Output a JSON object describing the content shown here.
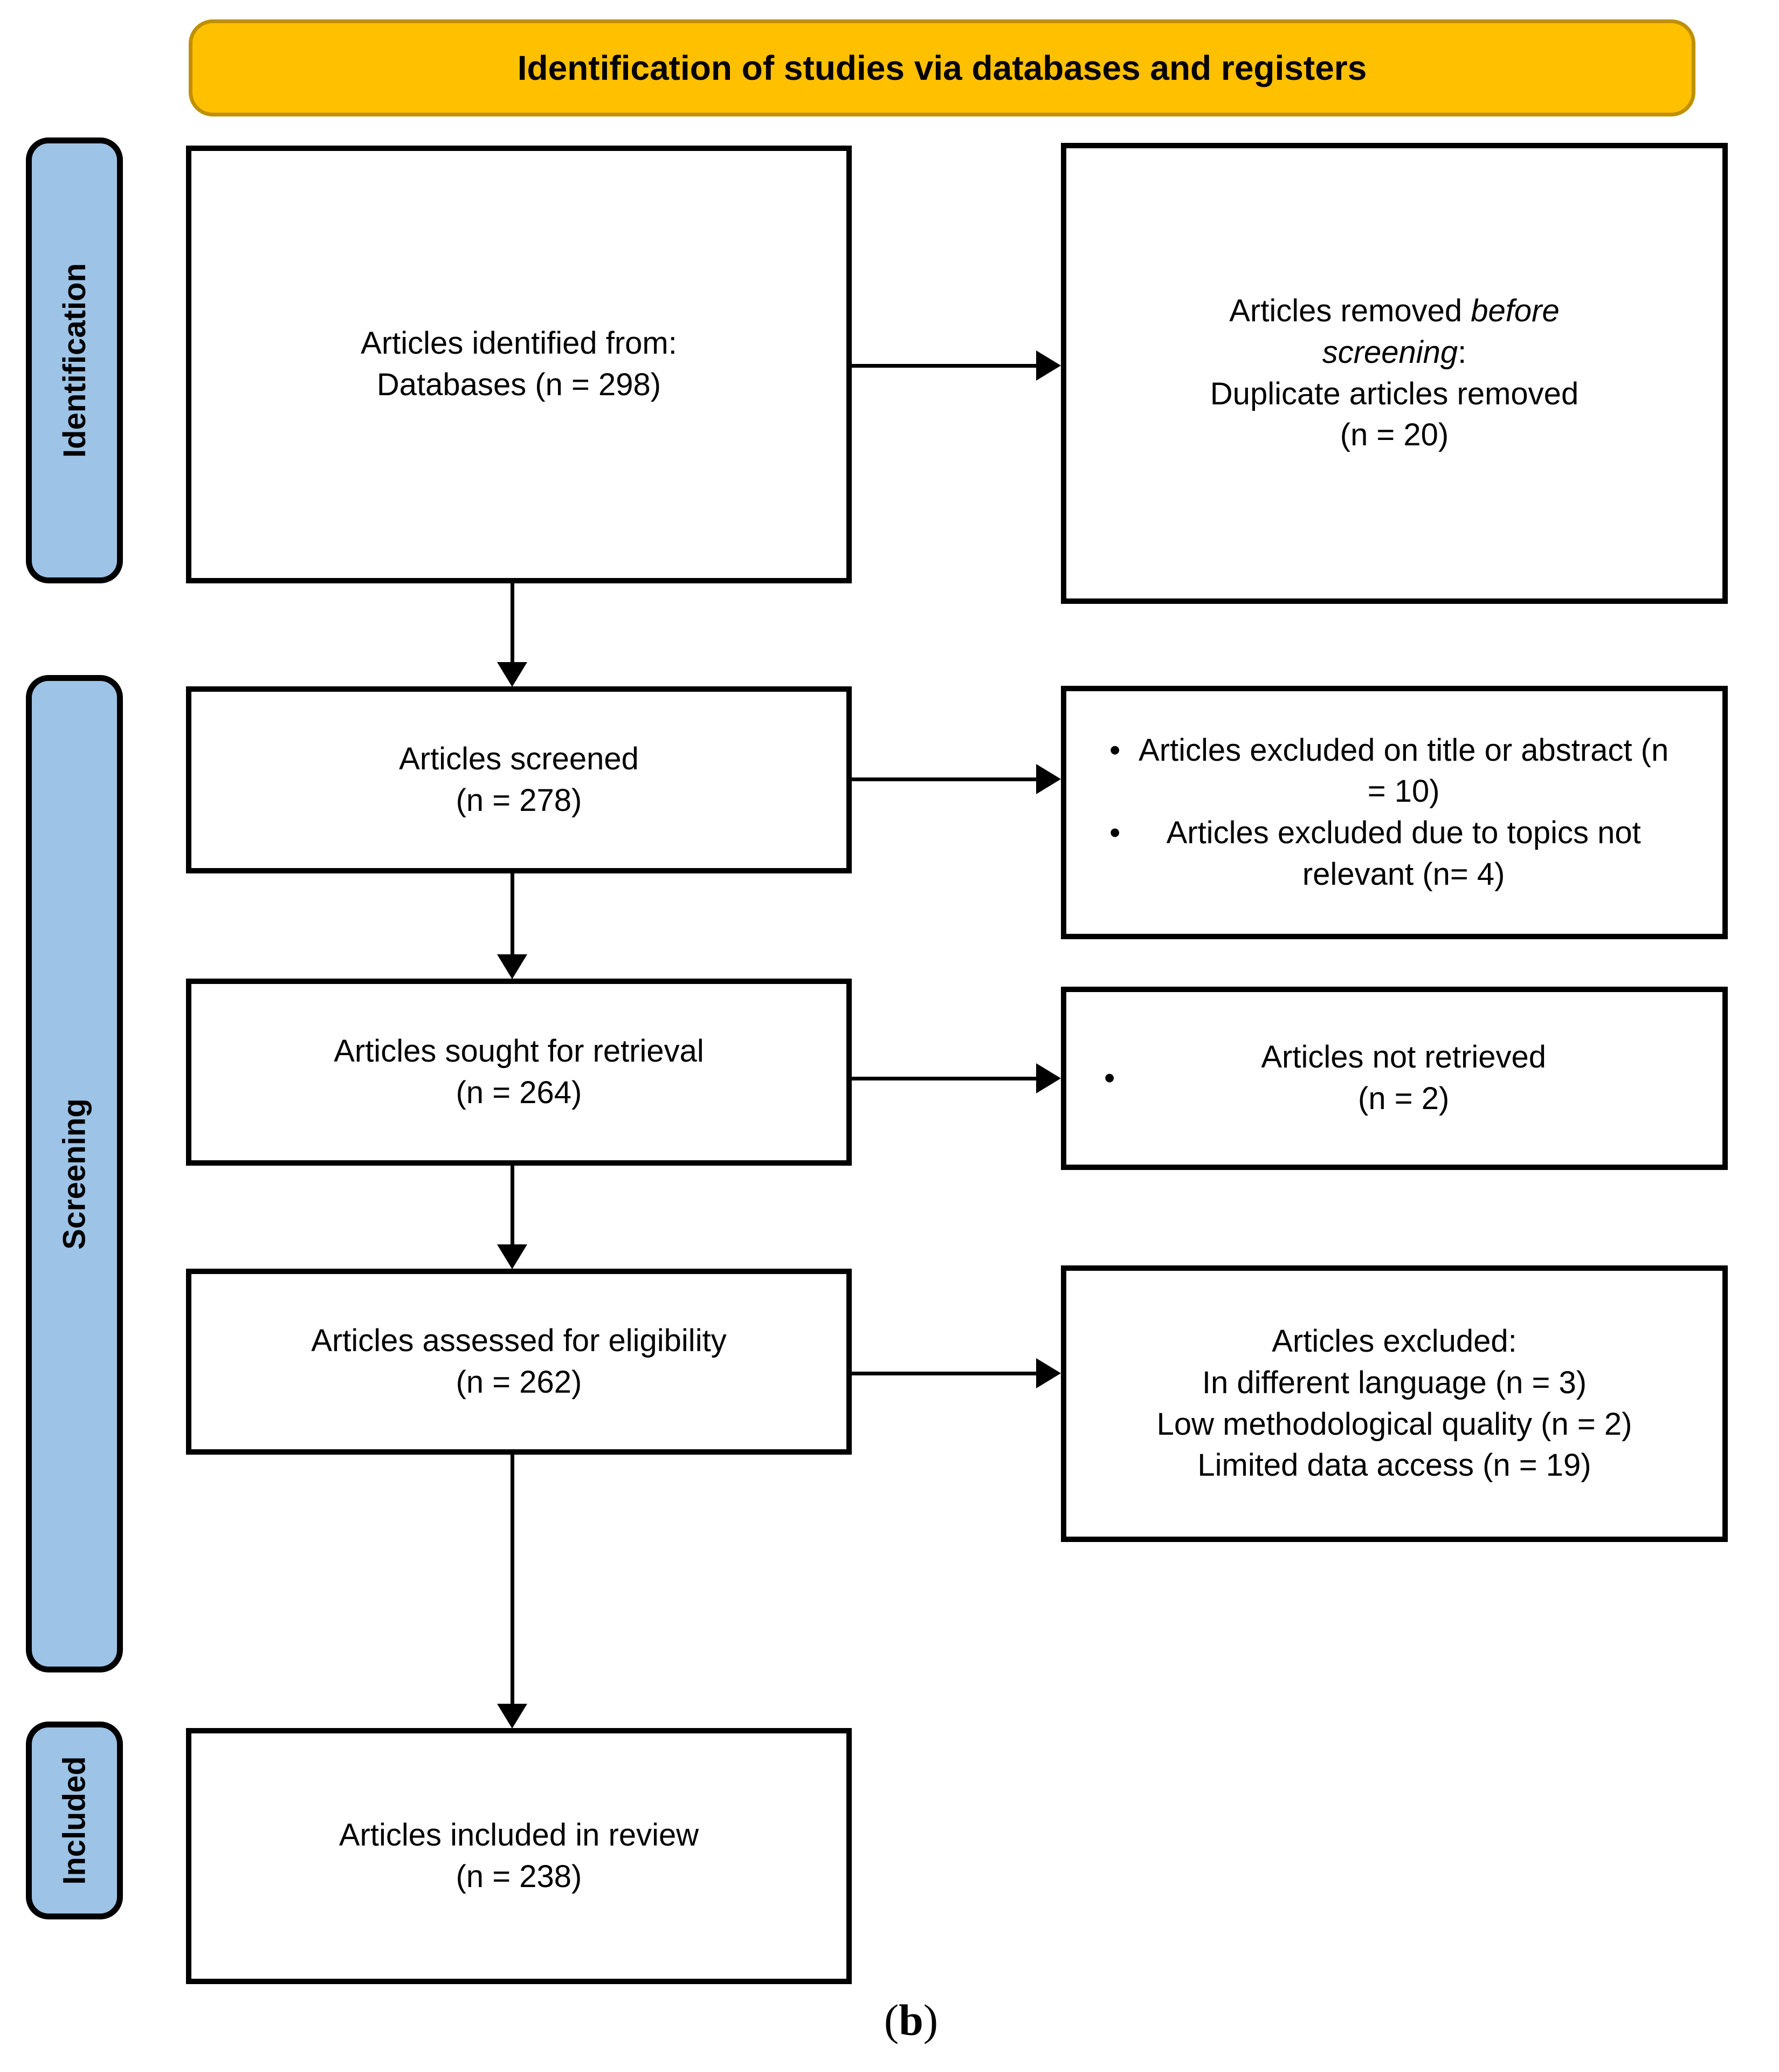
{
  "header": {
    "title": "Identification of studies via databases and registers"
  },
  "colors": {
    "banner_fill": "#FFC000",
    "banner_border": "#BF9000",
    "stage_fill": "#9DC3E6",
    "box_border": "#000000",
    "background": "#FFFFFF"
  },
  "stages": [
    {
      "label": "Identification"
    },
    {
      "label": "Screening"
    },
    {
      "label": "Included"
    }
  ],
  "bullet": "•",
  "flow_boxes": {
    "identified": {
      "lines": [
        "Articles identified from:",
        "Databases (n = 298)"
      ]
    },
    "screened": {
      "lines": [
        "Articles screened",
        "(n = 278)"
      ]
    },
    "sought": {
      "lines": [
        "Articles sought for retrieval",
        "(n = 264)"
      ]
    },
    "assessed": {
      "lines": [
        "Articles assessed for eligibility",
        "(n = 262)"
      ]
    },
    "included": {
      "lines": [
        "Articles included in review",
        "(n = 238)"
      ]
    }
  },
  "side_boxes": {
    "removed": {
      "line1_normal": "Articles removed ",
      "line1_italic": "before",
      "line2_italic": "screening",
      "line2_normal": ":",
      "line3": "Duplicate articles removed",
      "line4": "(n = 20)"
    },
    "excluded_screening": {
      "items": [
        "Articles excluded on title or abstract (n = 10)",
        "Articles excluded due to topics not relevant (n= 4)"
      ]
    },
    "not_retrieved": {
      "lines": [
        "Articles not retrieved",
        "(n = 2)"
      ]
    },
    "excluded_eligibility": {
      "lines": [
        "Articles excluded:",
        "In different language (n = 3)",
        "Low methodological quality (n = 2)",
        "Limited data access (n = 19)"
      ]
    }
  },
  "caption": {
    "open": "(",
    "letter": "b",
    "close": ")"
  }
}
